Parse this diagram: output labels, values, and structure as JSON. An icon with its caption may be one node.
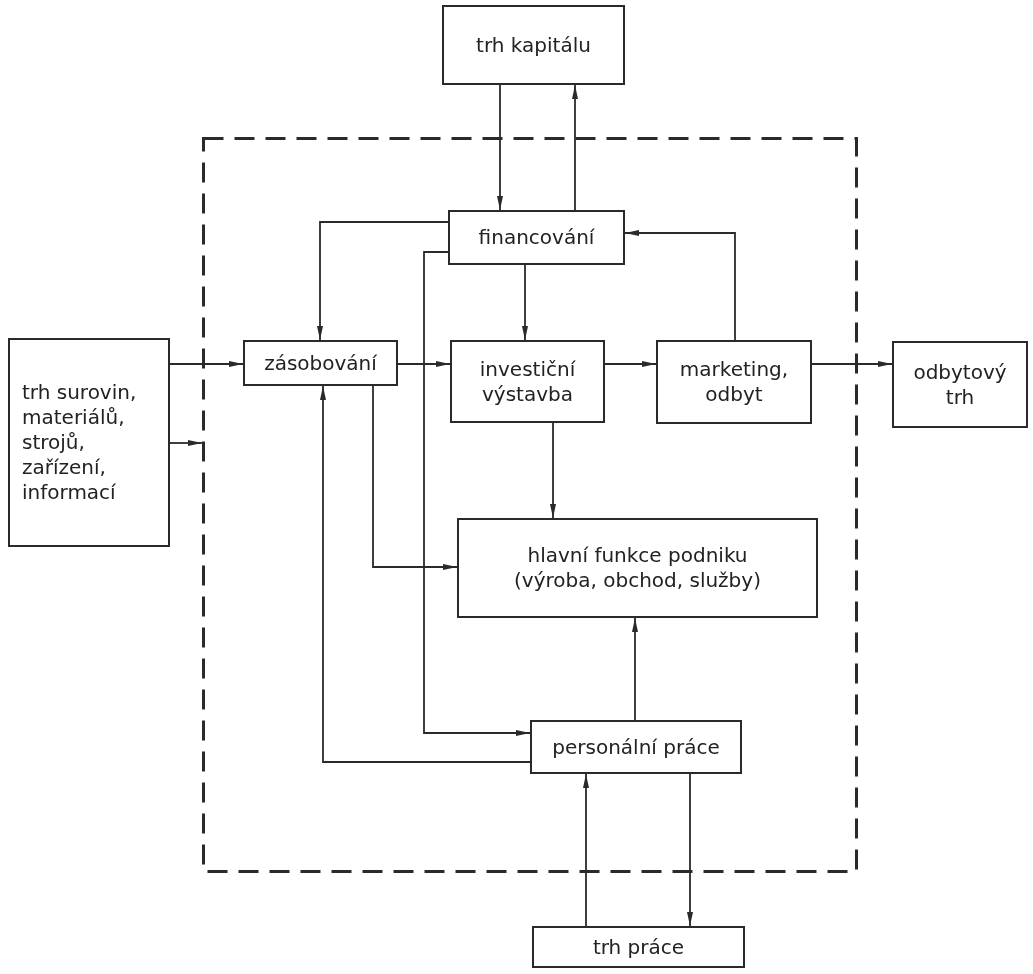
{
  "diagram": {
    "nodes": [
      {
        "text": [
          "trh kapitálu"
        ]
      },
      {
        "text": [],
        "shape": "box"
      },
      {
        "text": [
          "financování"
        ],
        "in": 1
      },
      {
        "text": [
          "trh surovin, materiálů, strojů, zařízení, informací"
        ]
      },
      {
        "text": [
          "zásobování"
        ],
        "in": 1
      },
      {
        "text": [
          "investiční výstavba"
        ],
        "in": 1
      },
      {
        "text": [
          "marketing, odbyt"
        ],
        "in": 1
      },
      {
        "text": [
          "odbytový trh"
        ]
      },
      {
        "text": [
          "hlavní funkce podniku (výroba, obchod, služby)"
        ],
        "in": 1
      },
      {
        "text": [
          "personální práce"
        ],
        "in": 1
      },
      {
        "text": [
          "trh práce"
        ]
      }
    ],
    "edges": [
      {
        "from": 0,
        "to": 2,
        "arrow": "to"
      },
      {
        "from": 2,
        "to": 0,
        "arrow": "to"
      },
      {
        "from": 2,
        "to": 4,
        "arrow": "to"
      },
      {
        "from": 2,
        "to": 5,
        "arrow": "to"
      },
      {
        "from": 2,
        "to": 9,
        "arrow": "to"
      },
      {
        "from": 6,
        "to": 2,
        "arrow": "to"
      },
      {
        "from": 3,
        "to": 4,
        "arrow": "to"
      },
      {
        "from": 3,
        "to": 1,
        "arrow": "to"
      },
      {
        "from": 4,
        "to": 5,
        "arrow": "to"
      },
      {
        "from": 5,
        "to": 6,
        "arrow": "to"
      },
      {
        "from": 6,
        "to": 7,
        "arrow": "to"
      },
      {
        "from": 4,
        "to": 8,
        "arrow": "to"
      },
      {
        "from": 5,
        "to": 8,
        "arrow": "to"
      },
      {
        "from": 9,
        "to": 8,
        "arrow": "to"
      },
      {
        "from": 9,
        "to": 4,
        "arrow": "to"
      },
      {
        "from": 10,
        "to": 9,
        "arrow": "to"
      },
      {
        "from": 9,
        "to": 10,
        "arrow": "to"
      }
    ]
  }
}
